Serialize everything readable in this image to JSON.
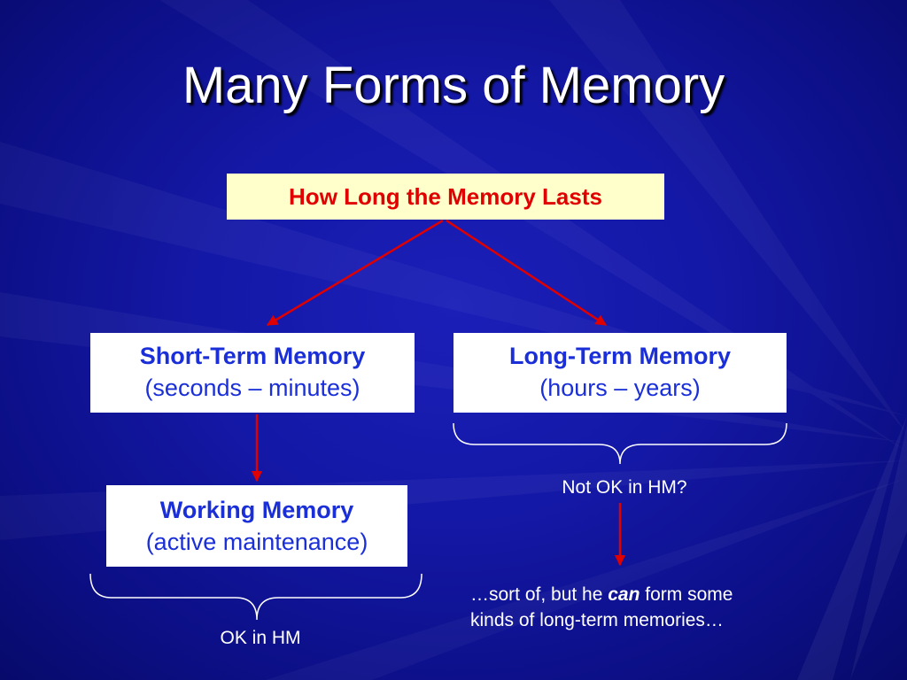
{
  "slide": {
    "title": "Many Forms of Memory",
    "root": "How Long the Memory Lasts",
    "short_term": {
      "head": "Short-Term Memory",
      "sub": "(seconds – minutes)"
    },
    "long_term": {
      "head": "Long-Term Memory",
      "sub": "(hours – years)"
    },
    "working": {
      "head": "Working Memory",
      "sub": "(active maintenance)"
    },
    "not_ok_label": "Not OK in HM?",
    "ok_label": "OK in HM",
    "sortof": {
      "line1_pre": "…sort of, but he ",
      "line1_em": "can",
      "line1_post": " form some",
      "line2": "kinds of long-term memories…"
    }
  },
  "colors": {
    "background": "#1418a6",
    "arrow": "#e00000",
    "box_text": "#1a2fd8",
    "root_fill": "#ffffcc",
    "root_text": "#e00000"
  }
}
